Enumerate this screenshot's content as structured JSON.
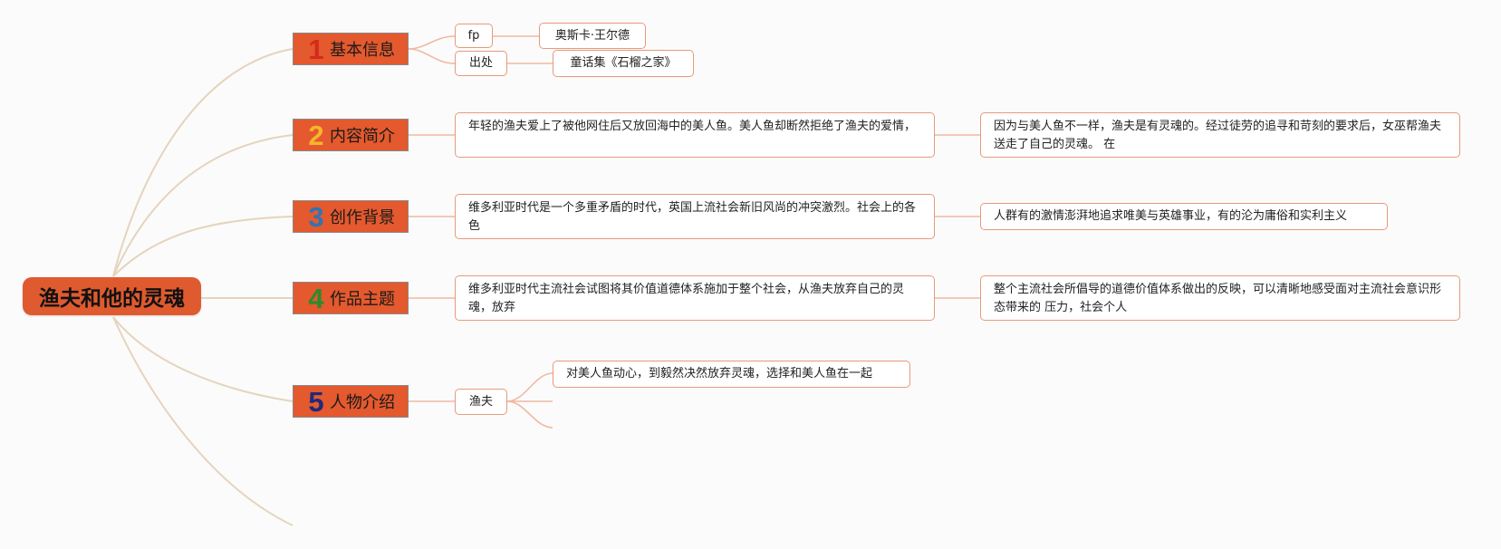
{
  "root": {
    "label": "渔夫和他的灵魂"
  },
  "colors": {
    "root_bg": "#e05a2f",
    "topic_bg": "#e4592d",
    "node_border": "#e79a7b",
    "edge": "#e5d4bd",
    "num_1": "#d42b1e",
    "num_2": "#f5b52c",
    "num_3": "#2f74b5",
    "num_4": "#2c8a2c",
    "num_5": "#1f2a7a"
  },
  "topics": [
    {
      "num": "1",
      "label": "基本信息",
      "children": [
        {
          "label": "fp",
          "detail": "奥斯卡·王尔德"
        },
        {
          "label": "出处",
          "detail": "童话集《石榴之家》"
        }
      ]
    },
    {
      "num": "2",
      "label": "内容简介",
      "text1": "年轻的渔夫爱上了被他网住后又放回海中的美人鱼。美人鱼却断然拒绝了渔夫的爱情，",
      "text2": "因为与美人鱼不一样，渔夫是有灵魂的。经过徒劳的追寻和苛刻的要求后，女巫帮渔夫 送走了自己的灵魂。 在"
    },
    {
      "num": "3",
      "label": "创作背景",
      "text1": "维多利亚时代是一个多重矛盾的时代，英国上流社会新旧风尚的冲突激烈。社会上的各色",
      "text2": "人群有的激情澎湃地追求唯美与英雄事业，有的沦为庸俗和实利主义"
    },
    {
      "num": "4",
      "label": "作品主题",
      "text1": "维多利亚时代主流社会试图将其价值道德体系施加于整个社会，从渔夫放弃自己的灵魂，放弃",
      "text2": "整个主流社会所倡导的道德价值体系做出的反映，可以清晰地感受面对主流社会意识形态带来的 压力，社会个人"
    },
    {
      "num": "5",
      "label": "人物介绍",
      "child": {
        "label": "渔夫",
        "detail": "对美人鱼动心，到毅然决然放弃灵魂，选择和美人鱼在一起"
      }
    }
  ]
}
